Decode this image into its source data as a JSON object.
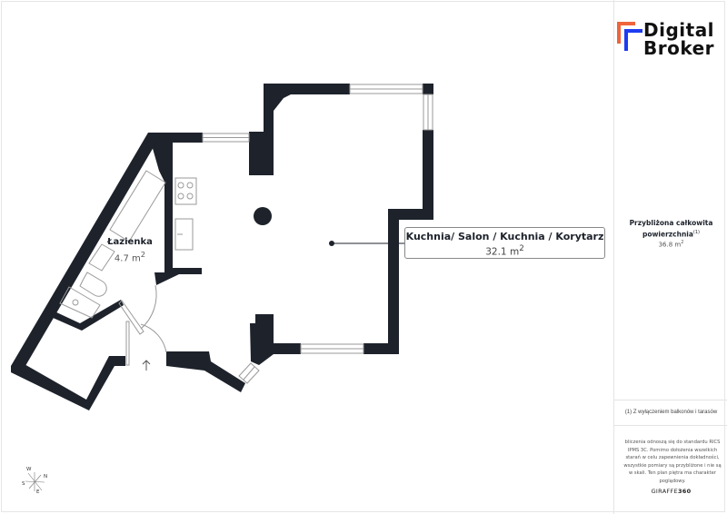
{
  "logo": {
    "line1": "Digital",
    "line2": "Broker",
    "colors": {
      "orange": "#f0643c",
      "blue": "#1e3cf0"
    }
  },
  "summary": {
    "title": "Przybliżona całkowita powierzchnia",
    "title_note": "(1)",
    "value": "36.8 m",
    "unit_sup": "2"
  },
  "footnote": "(1) Z wyłączeniem balkonów i tarasów",
  "disclaimer": "bliczenia odnoszą się do standardu RICS IPMS 3C. Pomimo dołożenia wszelkich starań w celu zapewnienia dokładności, wszystkie pomiary są przybliżone i nie są w skali. Ten plan piętra ma charakter poglądowy.",
  "brand": {
    "part1": "GIRAFFE",
    "part2": "360"
  },
  "rooms": {
    "bathroom": {
      "name": "Łazienka",
      "area": "4.7 m",
      "sup": "2"
    },
    "main": {
      "name": "Kuchnia/ Salon / Kuchnia / Korytarz",
      "area": "32.1 m",
      "sup": "2"
    }
  },
  "compass": {
    "n": "N",
    "e": "E",
    "s": "S",
    "w": "W"
  },
  "colors": {
    "wall": "#1d222b",
    "window": "#9a9a9a"
  }
}
